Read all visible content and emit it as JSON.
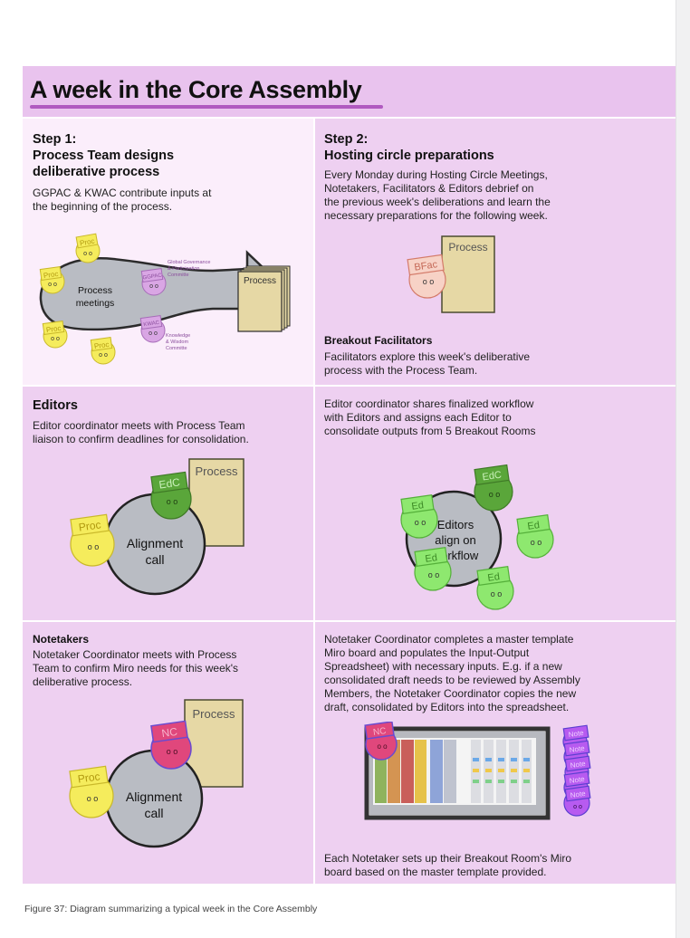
{
  "title": "A week in the Core Assembly",
  "step1": {
    "label": "Step 1:",
    "heading": "Process Team designs deliberative process",
    "heading_l1": "Process Team designs",
    "heading_l2": "deliberative process",
    "text_l1": "GGPAC & KWAC contribute inputs at",
    "text_l2": "the beginning of the process.",
    "diagram": {
      "arrow_label_l1": "Process",
      "arrow_label_l2": "meetings",
      "proc_tag": "Proc",
      "ggpac_tag": "GGPAC",
      "kwac_tag": "KWAC",
      "ggpac_note_l1": "Global Governance",
      "ggpac_note_l2": "& Participation",
      "ggpac_note_l3": "Committe",
      "kwac_note_l1": "Knowledge",
      "kwac_note_l2": "& Wisdom",
      "kwac_note_l3": "Committe",
      "doc_label": "Process"
    }
  },
  "step2": {
    "label": "Step 2:",
    "heading": "Hosting circle preparations",
    "text_l1": "Every Monday during Hosting Circle Meetings,",
    "text_l2": "Notetakers, Facilitators & Editors debrief on",
    "text_l3": "the previous week's deliberations and learn the",
    "text_l4": "necessary preparations for the following week.",
    "doc_label": "Process",
    "bfac_tag": "BFac",
    "sub_heading": "Breakout Facilitators",
    "sub_text_l1": "Facilitators explore this week's deliberative",
    "sub_text_l2": "process with the Process Team."
  },
  "editors_left": {
    "heading": "Editors",
    "text_l1": "Editor coordinator meets with Process Team",
    "text_l2": "liaison to confirm deadlines for consolidation.",
    "doc_label": "Process",
    "edc_tag": "EdC",
    "proc_tag": "Proc",
    "circle_l1": "Alignment",
    "circle_l2": "call"
  },
  "editors_right": {
    "text_l1": "Editor coordinator shares finalized workflow",
    "text_l2": "with Editors and assigns each Editor to",
    "text_l3": "consolidate outputs from 5 Breakout Rooms",
    "edc_tag": "EdC",
    "ed_tag": "Ed",
    "circle_l1": "Editors",
    "circle_l2": "align on",
    "circle_l3": "workflow"
  },
  "notetakers_left": {
    "heading": "Notetakers",
    "text_l1": "Notetaker Coordinator meets with Process",
    "text_l2": "Team to confirm Miro needs for this week's",
    "text_l3": "deliberative process.",
    "doc_label": "Process",
    "nc_tag": "NC",
    "proc_tag": "Proc",
    "circle_l1": "Alignment",
    "circle_l2": "call"
  },
  "notetakers_right": {
    "text_l1": "Notetaker Coordinator completes a master template",
    "text_l2": "Miro board and populates the Input-Output",
    "text_l3": "Spreadsheet) with necessary inputs. E.g. if a new",
    "text_l4": "consolidated draft needs to be reviewed by Assembly",
    "text_l5": "Members, the Notetaker Coordinator copies the new",
    "text_l6": "draft, consolidated by Editors into the spreadsheet.",
    "nc_tag": "NC",
    "note_tag": "Note",
    "footer_l1": "Each Notetaker sets up their Breakout Room's Miro",
    "footer_l2": "board based on the master template provided."
  },
  "caption": "Figure 37: Diagram summarizing a typical week in the Core Assembly",
  "colors": {
    "title_bg": "#e9c3ee",
    "cell_bg": "#eed0f1",
    "cell_light_bg": "#fbeefb",
    "yellow_face": "#f5ec5c",
    "purple_face": "#d9a6e4",
    "green_face": "#8ee86f",
    "dark_green_face": "#5aa63a",
    "pink_face": "#e0477c",
    "peach_face": "#f7d2c6",
    "doc_fill": "#e6d8a5",
    "circle_fill": "#b9bcc3"
  }
}
